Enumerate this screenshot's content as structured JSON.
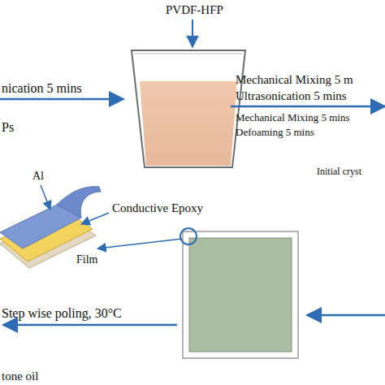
{
  "diagram": {
    "labels": [
      "PVDF-HFP",
      "nication 5 mins",
      "Ps",
      "Mechanical Mixing 5 m",
      "Ultrasonication 5 mins",
      "Mechanical Mixing 5 mins",
      "Defoaming 5 mins",
      "Initial cryst",
      "Al",
      "Conductive Epoxy",
      "Film",
      "Step wise poling, 30°C",
      "tone oil"
    ]
  }
}
